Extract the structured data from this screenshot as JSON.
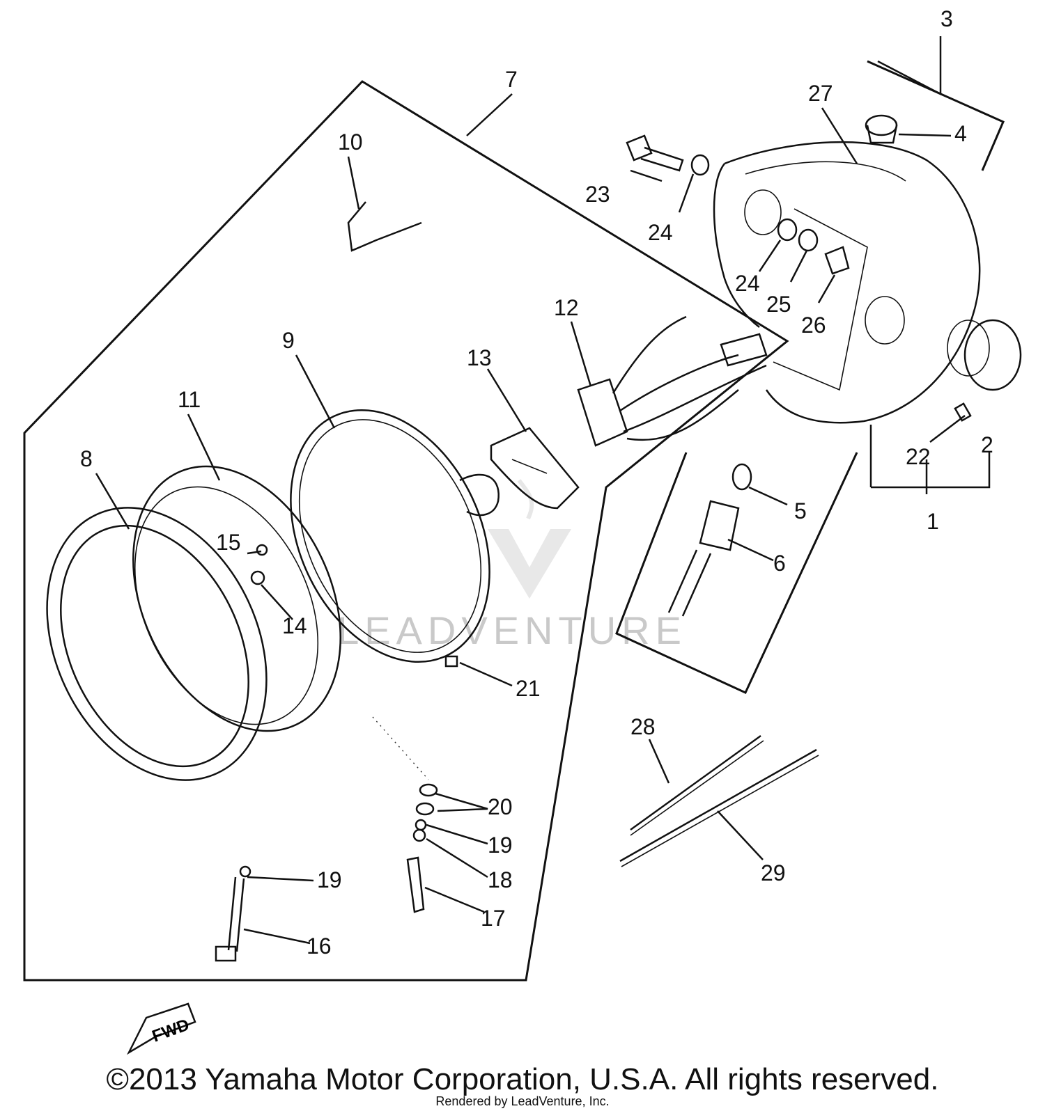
{
  "callouts": [
    {
      "id": "1",
      "text": "1"
    },
    {
      "id": "2",
      "text": "2"
    },
    {
      "id": "3",
      "text": "3"
    },
    {
      "id": "4",
      "text": "4"
    },
    {
      "id": "5",
      "text": "5"
    },
    {
      "id": "6",
      "text": "6"
    },
    {
      "id": "7",
      "text": "7"
    },
    {
      "id": "8",
      "text": "8"
    },
    {
      "id": "9",
      "text": "9"
    },
    {
      "id": "10",
      "text": "10"
    },
    {
      "id": "11",
      "text": "11"
    },
    {
      "id": "12",
      "text": "12"
    },
    {
      "id": "13",
      "text": "13"
    },
    {
      "id": "14",
      "text": "14"
    },
    {
      "id": "15",
      "text": "15"
    },
    {
      "id": "16",
      "text": "16"
    },
    {
      "id": "17",
      "text": "17"
    },
    {
      "id": "18",
      "text": "18"
    },
    {
      "id": "19a",
      "text": "19"
    },
    {
      "id": "19b",
      "text": "19"
    },
    {
      "id": "20",
      "text": "20"
    },
    {
      "id": "21",
      "text": "21"
    },
    {
      "id": "22",
      "text": "22"
    },
    {
      "id": "23",
      "text": "23"
    },
    {
      "id": "24a",
      "text": "24"
    },
    {
      "id": "24b",
      "text": "24"
    },
    {
      "id": "25",
      "text": "25"
    },
    {
      "id": "26",
      "text": "26"
    },
    {
      "id": "27",
      "text": "27"
    },
    {
      "id": "28",
      "text": "28"
    },
    {
      "id": "29",
      "text": "29"
    }
  ],
  "fwd_label": "FWD",
  "watermark": "LEADVENTURE",
  "copyright": "©2013 Yamaha Motor Corporation, U.S.A. All rights reserved.",
  "rendered_by": "Rendered by LeadVenture, Inc."
}
